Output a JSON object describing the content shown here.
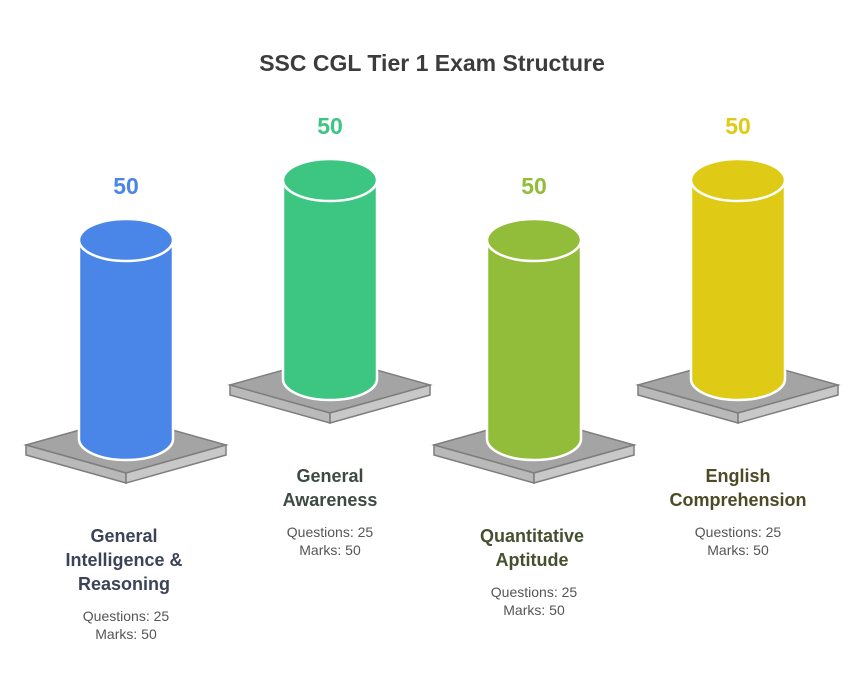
{
  "title": "SSC CGL Tier 1 Exam Structure",
  "sections": [
    {
      "value": "50",
      "label_lines": [
        "General",
        "Intelligence &",
        "Reasoning"
      ],
      "questions": "Questions: 25",
      "marks": "Marks: 50",
      "color": "#4a86e8",
      "label_color": "#3a4358"
    },
    {
      "value": "50",
      "label_lines": [
        "General",
        "Awareness"
      ],
      "questions": "Questions: 25",
      "marks": "Marks: 50",
      "color": "#3dc582",
      "label_color": "#3d4a42"
    },
    {
      "value": "50",
      "label_lines": [
        "Quantitative",
        "Aptitude"
      ],
      "questions": "Questions: 25",
      "marks": "Marks: 50",
      "color": "#92bd3a",
      "label_color": "#46502f"
    },
    {
      "value": "50",
      "label_lines": [
        "English",
        "Comprehension"
      ],
      "questions": "Questions: 25",
      "marks": "Marks: 50",
      "color": "#dfcb15",
      "label_color": "#4d4a25"
    }
  ]
}
